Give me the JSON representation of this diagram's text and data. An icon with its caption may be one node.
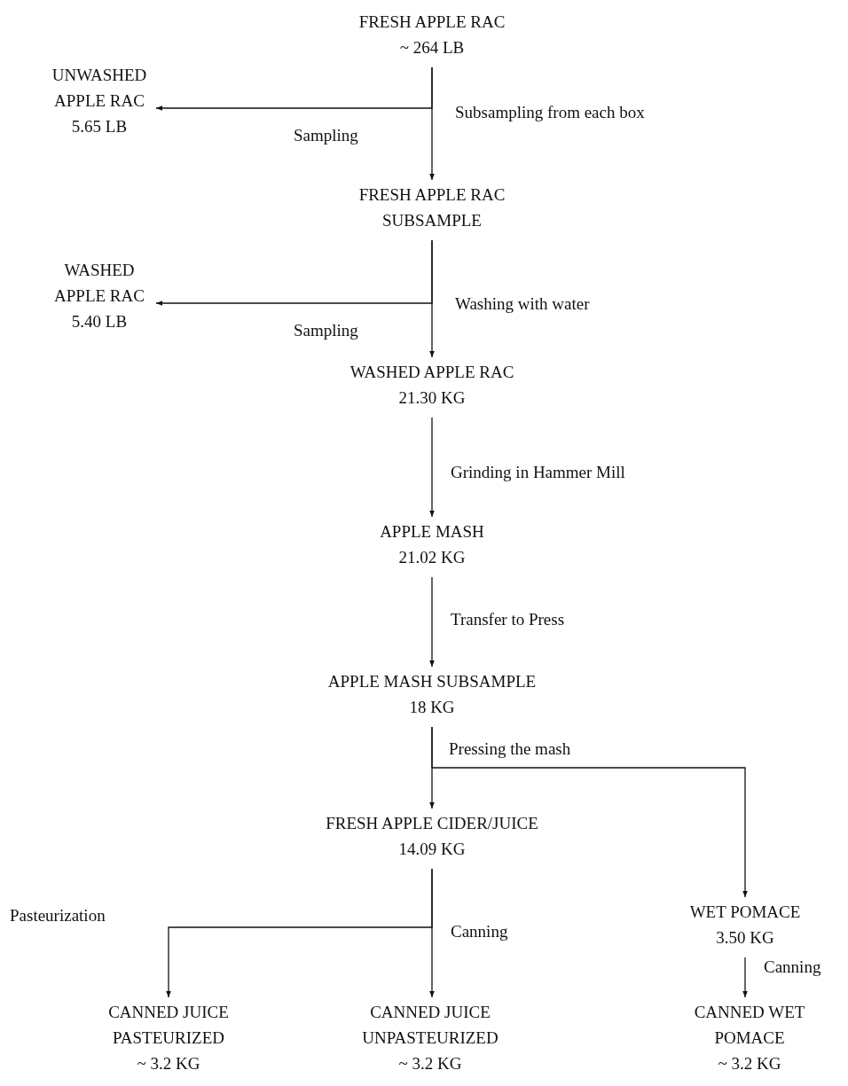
{
  "diagram": {
    "nodes": [
      {
        "text": [
          "FRESH APPLE RAC",
          "~ 264 LB"
        ]
      },
      {
        "text": [
          "UNWASHED APPLE RAC",
          "5.65 LB"
        ]
      },
      {
        "text": [
          "FRESH APPLE RAC SUBSAMPLE"
        ]
      },
      {
        "text": [
          "WASHED APPLE RAC",
          "5.40 LB"
        ]
      },
      {
        "text": [
          "WASHED APPLE RAC",
          "21.30 KG"
        ]
      },
      {
        "text": [
          "APPLE MASH",
          "21.02 KG"
        ]
      },
      {
        "text": [
          "APPLE MASH SUBSAMPLE",
          "18 KG"
        ]
      },
      {
        "text": [
          "FRESH APPLE CIDER/JUICE",
          "14.09 KG"
        ]
      },
      {
        "text": [
          "WET POMACE",
          "3.50 KG"
        ]
      },
      {
        "text": [
          "CANNED JUICE PASTEURIZED",
          "~ 3.2 KG"
        ]
      },
      {
        "text": [
          "CANNED JUICE UNPASTEURIZED",
          "~ 3.2 KG"
        ]
      },
      {
        "text": [
          "CANNED WET POMACE",
          "~ 3.2 KG"
        ]
      }
    ],
    "edges": [
      {
        "from": 0,
        "to": 2,
        "arrow": "to",
        "label": "Subsampling from each box"
      },
      {
        "from": 0,
        "to": 1,
        "arrow": "to",
        "label": "Sampling"
      },
      {
        "from": 2,
        "to": 4,
        "arrow": "to",
        "label": "Washing with water"
      },
      {
        "from": 2,
        "to": 3,
        "arrow": "to",
        "label": "Sampling"
      },
      {
        "from": 4,
        "to": 5,
        "arrow": "to",
        "label": "Grinding in Hammer Mill"
      },
      {
        "from": 5,
        "to": 6,
        "arrow": "to",
        "label": "Transfer to Press"
      },
      {
        "from": 6,
        "to": 7,
        "arrow": "to",
        "label": "Pressing the mash"
      },
      {
        "from": 6,
        "to": 8,
        "arrow": "to"
      },
      {
        "from": 7,
        "to": 9,
        "arrow": "to",
        "label": "Pasteurization"
      },
      {
        "from": 7,
        "to": 10,
        "arrow": "to",
        "label": "Canning"
      },
      {
        "from": 8,
        "to": 11,
        "arrow": "to",
        "label": "Canning"
      }
    ]
  }
}
